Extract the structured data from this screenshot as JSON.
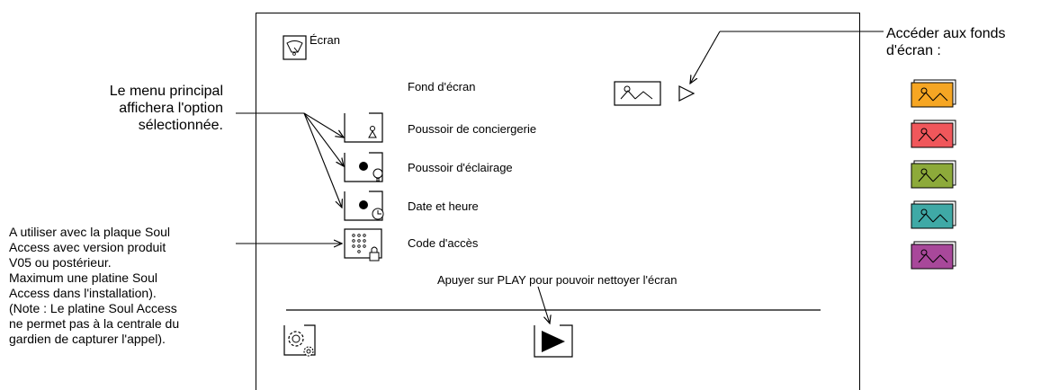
{
  "screen": {
    "title": "Écran",
    "menu_items": [
      {
        "label": "Fond d'écran",
        "icon": "wallpaper-icon"
      },
      {
        "label": "Poussoir de conciergerie",
        "icon": "concierge-button-icon"
      },
      {
        "label": "Poussoir d'éclairage",
        "icon": "lighting-button-icon"
      },
      {
        "label": "Date et heure",
        "icon": "date-time-icon"
      },
      {
        "label": "Code d'accès",
        "icon": "access-code-icon"
      }
    ],
    "play_hint": "Apuyer sur PLAY pour pouvoir nettoyer l'écran"
  },
  "annotations": {
    "main_menu": [
      "Le menu principal",
      "affichera l'option",
      "sélectionnée."
    ],
    "soul_access": [
      "A utiliser avec la plaque Soul",
      " Access avec version produit",
      "V05 ou postérieur.",
      "Maximum une platine Soul",
      " Access dans l'installation).",
      "(Note : Le platine Soul Access",
      "ne permet pas à la centrale du",
      "gardien de capturer l'appel)."
    ],
    "wallpapers": [
      "Accéder aux fonds",
      "d'écran :"
    ]
  },
  "wallpaper_swatches": [
    {
      "color": "#F6A623"
    },
    {
      "color": "#F0575B"
    },
    {
      "color": "#8DAA3A"
    },
    {
      "color": "#3FA9A6"
    },
    {
      "color": "#A8489A"
    }
  ],
  "colors": {
    "line": "#000000",
    "background": "#ffffff"
  }
}
